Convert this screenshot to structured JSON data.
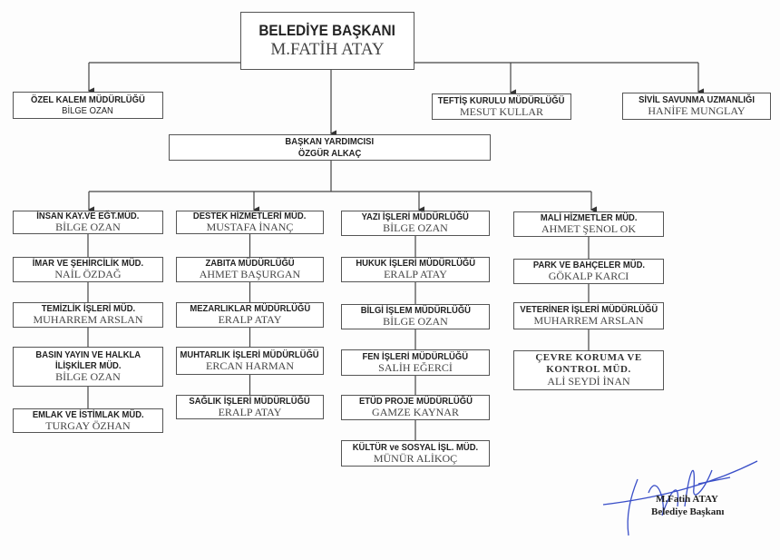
{
  "mayor": {
    "title": "BELEDİYE BAŞKANI",
    "name": "M.FATİH ATAY"
  },
  "direct_reports": [
    {
      "title": "ÖZEL KALEM MÜDÜRLÜĞÜ",
      "name": "BİLGE OZAN"
    },
    {
      "title": "TEFTİŞ KURULU MÜDÜRLÜĞÜ",
      "name": "MESUT KULLAR"
    },
    {
      "title": "SİVİL SAVUNMA UZMANLIĞI",
      "name": "HANİFE MUNGLAY"
    }
  ],
  "deputy": {
    "title": "BAŞKAN YARDIMCISI",
    "name": "ÖZGÜR ALKAÇ"
  },
  "columns": [
    [
      {
        "title": "İNSAN KAY.VE EĞT.MÜD.",
        "name": "BİLGE OZAN"
      },
      {
        "title": "İMAR VE ŞEHİRCİLİK MÜD.",
        "name": "NAİL ÖZDAĞ"
      },
      {
        "title": "TEMİZLİK İŞLERİ MÜD.",
        "name": "MUHARREM ARSLAN"
      },
      {
        "title": "BASIN YAYIN VE HALKLA",
        "title2": "İLİŞKİLER MÜD.",
        "name": "BİLGE OZAN"
      },
      {
        "title": "EMLAK VE İSTİMLAK MÜD.",
        "name": "TURGAY ÖZHAN"
      }
    ],
    [
      {
        "title": "DESTEK HİZMETLERİ MÜD.",
        "name": "MUSTAFA İNANÇ"
      },
      {
        "title": "ZABITA MÜDÜRLÜĞÜ",
        "name": "AHMET BAŞURGAN"
      },
      {
        "title": "MEZARLIKLAR MÜDÜRLÜĞÜ",
        "name": "ERALP ATAY"
      },
      {
        "title": "MUHTARLIK İŞLERİ MÜDÜRLÜĞÜ",
        "name": "ERCAN HARMAN"
      },
      {
        "title": "SAĞLIK İŞLERİ MÜDÜRLÜĞÜ",
        "name": "ERALP ATAY"
      }
    ],
    [
      {
        "title": "YAZI İŞLERİ MÜDÜRLÜĞÜ",
        "name": "BİLGE OZAN"
      },
      {
        "title": "HUKUK İŞLERİ MÜDÜRLÜĞÜ",
        "name": "ERALP ATAY"
      },
      {
        "title": "BİLGİ İŞLEM MÜDÜRLÜĞÜ",
        "name": "BİLGE OZAN"
      },
      {
        "title": "FEN İŞLERİ MÜDÜRLÜĞÜ",
        "name": "SALİH EĞERCİ"
      },
      {
        "title": "ETÜD PROJE MÜDÜRLÜĞÜ",
        "name": "GAMZE KAYNAR"
      },
      {
        "title": "KÜLTÜR ve SOSYAL İŞL. MÜD.",
        "name": "MÜNÜR ALİKOÇ"
      }
    ],
    [
      {
        "title": "MALİ HİZMETLER MÜD.",
        "name": "AHMET ŞENOL OK"
      },
      {
        "title": "PARK VE BAHÇELER MÜD.",
        "name": "GÖKALP KARCI"
      },
      {
        "title": "VETERİNER İŞLERİ MÜDÜRLÜĞÜ",
        "name": "MUHARREM ARSLAN"
      },
      {
        "title": "ÇEVRE KORUMA VE",
        "title2": "KONTROL MÜD.",
        "name": "ALİ SEYDİ İNAN",
        "serif_title": true
      }
    ]
  ],
  "signature": {
    "name": "M.Fatih ATAY",
    "role": "Belediye Başkanı"
  }
}
